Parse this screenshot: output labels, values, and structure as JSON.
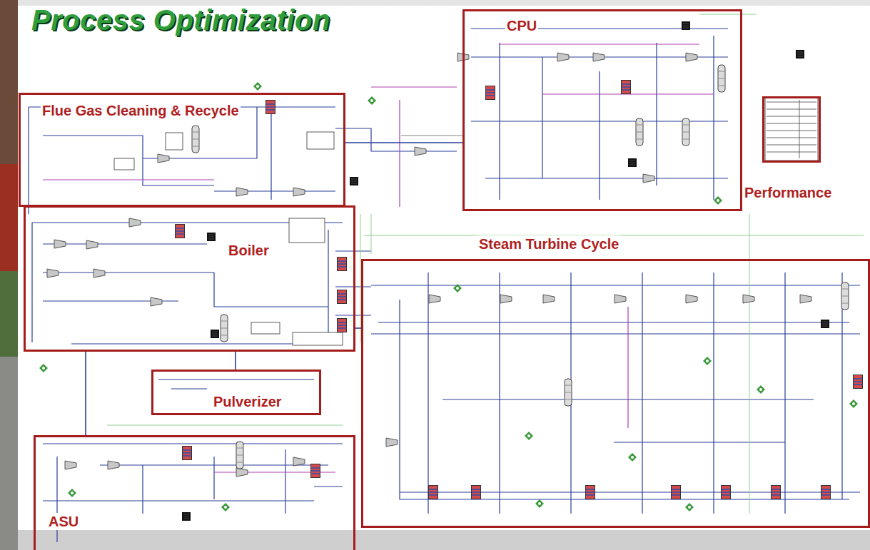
{
  "diagram": {
    "title": "Process Optimization",
    "nodes": [
      {
        "text": [
          "CPU"
        ]
      },
      {
        "text": [
          "Performance"
        ]
      },
      {
        "text": [
          "Flue Gas Cleaning & Recycle"
        ]
      },
      {
        "text": [
          "Boiler"
        ]
      },
      {
        "text": [
          "Steam Turbine Cycle"
        ]
      },
      {
        "text": [
          "Pulverizer"
        ]
      },
      {
        "text": [
          "ASU"
        ]
      }
    ],
    "edges": [
      {
        "from": 2,
        "to": 0,
        "arrow": "none"
      },
      {
        "from": 3,
        "to": 4,
        "arrow": "none"
      },
      {
        "from": 5,
        "to": 3,
        "arrow": "none"
      },
      {
        "from": 6,
        "to": 3,
        "arrow": "none"
      }
    ]
  }
}
